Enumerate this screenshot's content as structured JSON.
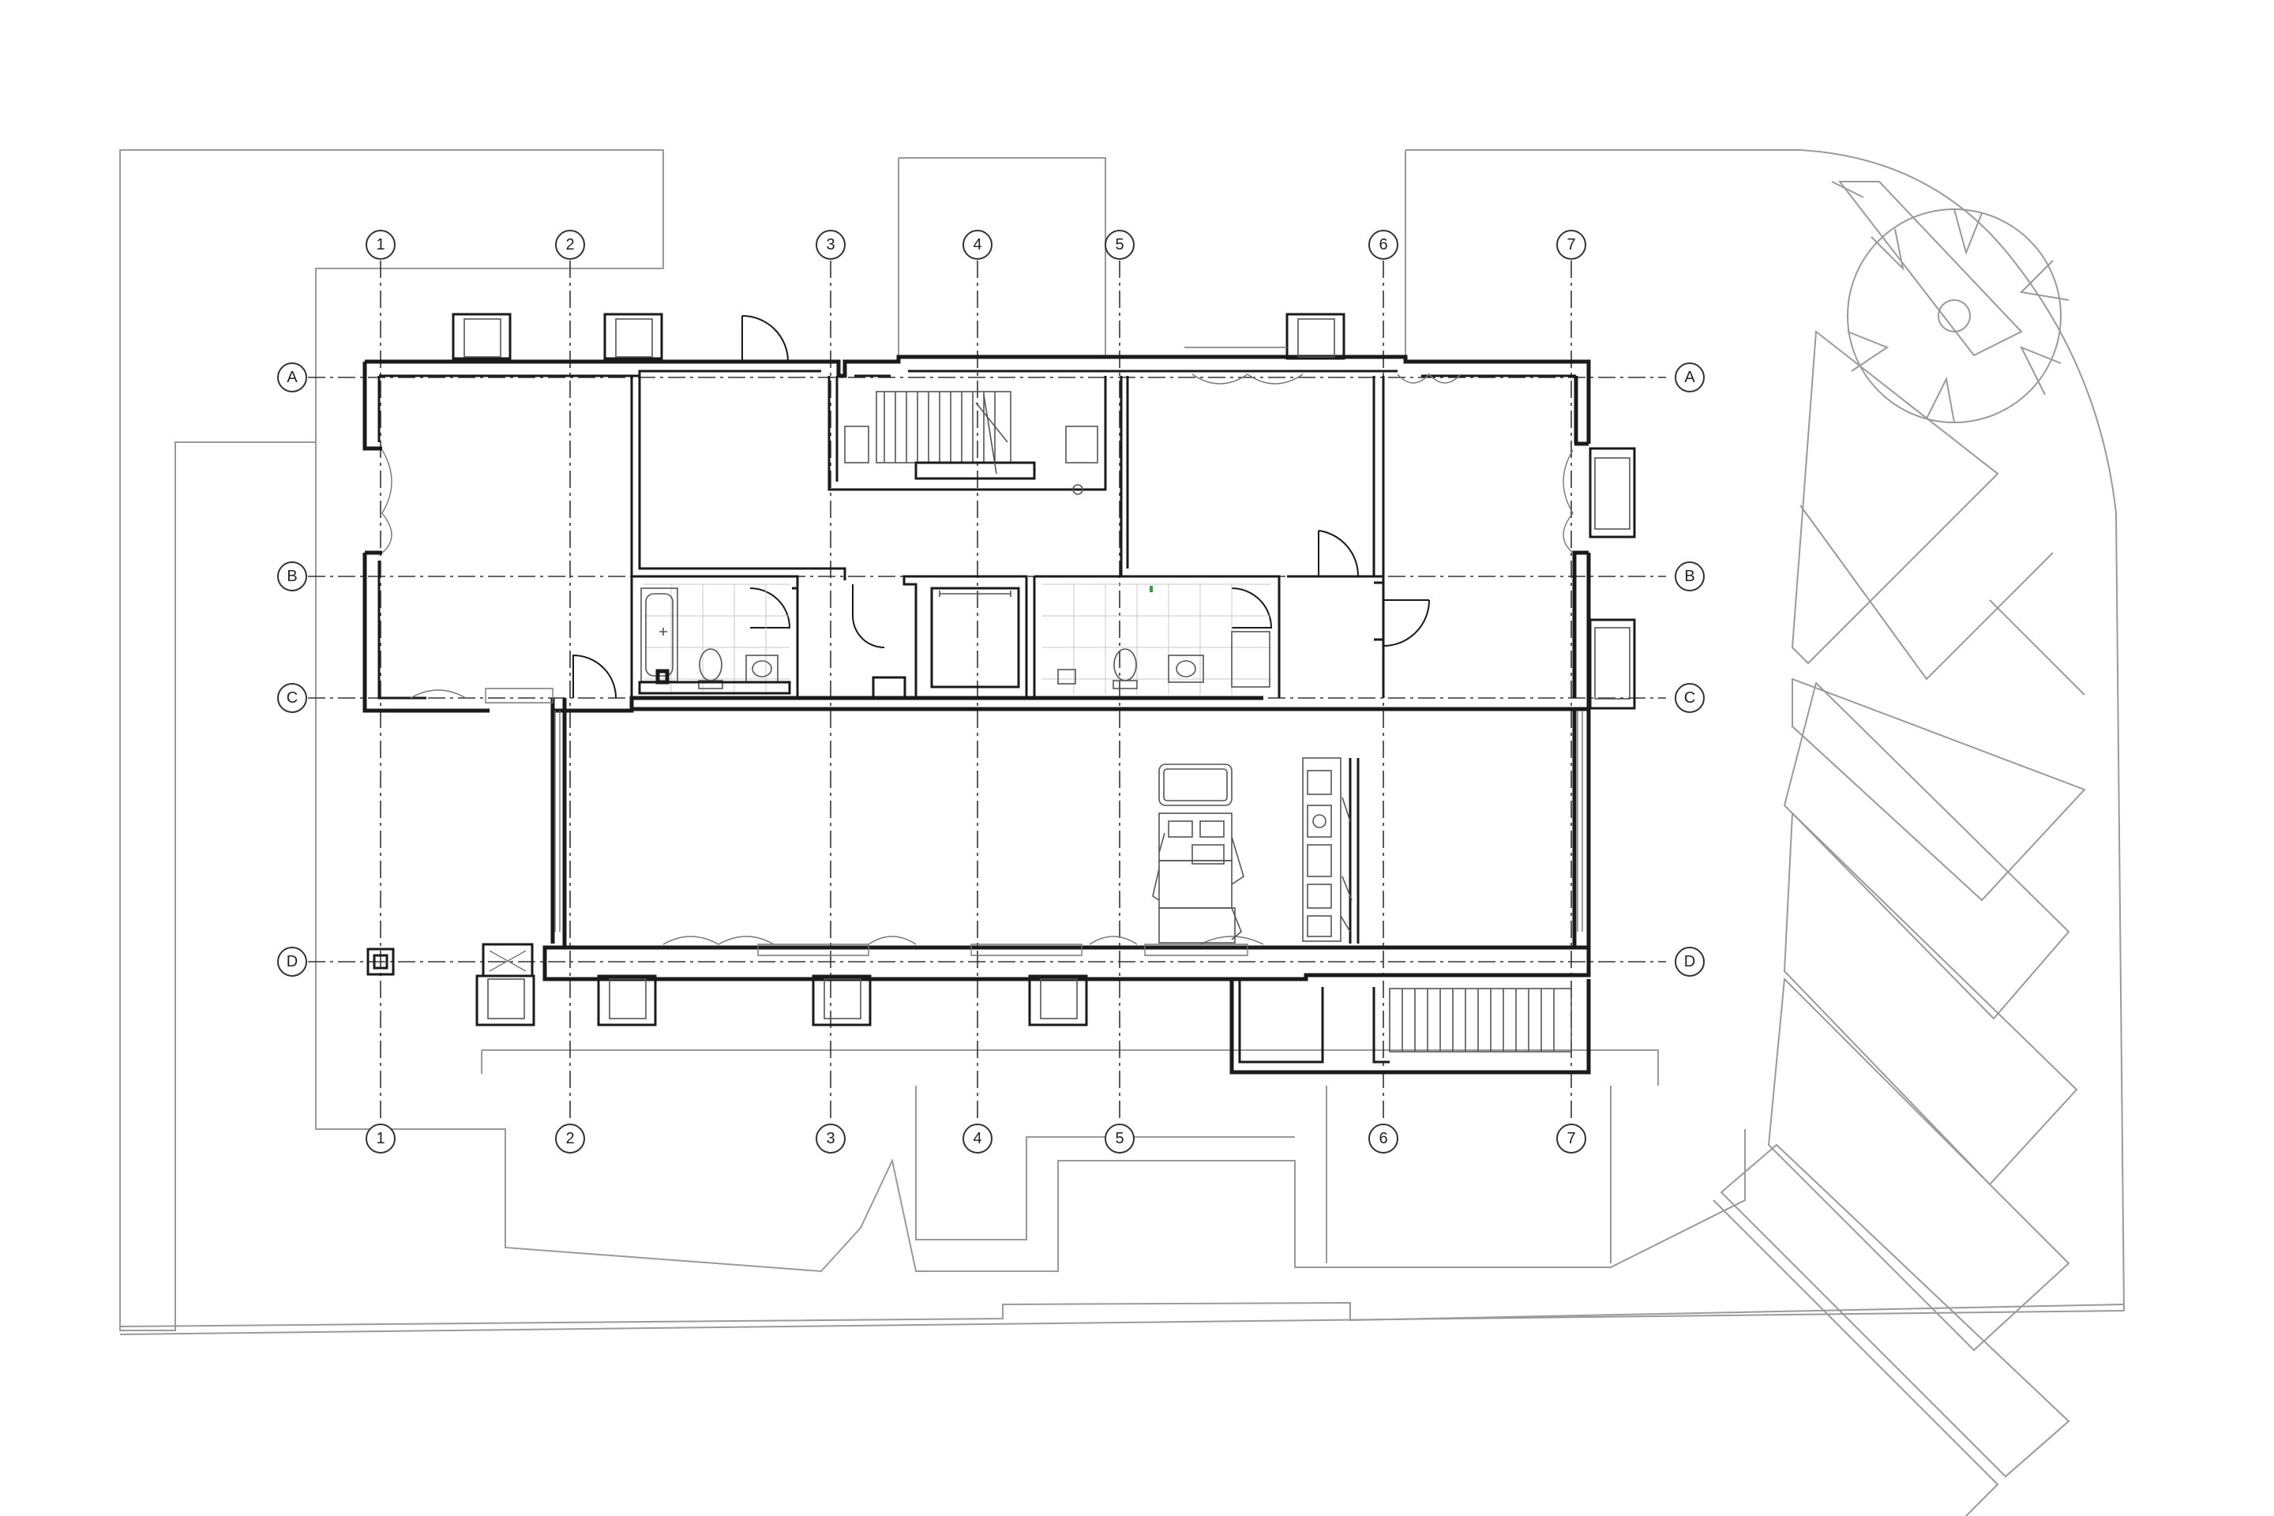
{
  "drawing": {
    "grid": {
      "columns": [
        "1",
        "2",
        "3",
        "4",
        "5",
        "6",
        "7"
      ],
      "rows": [
        "A",
        "B",
        "C",
        "D"
      ]
    },
    "colors": {
      "wall": "#1a1a1a",
      "site": "#9a9a9a",
      "grid": "#333333",
      "accent": "#2e9e3e"
    }
  }
}
